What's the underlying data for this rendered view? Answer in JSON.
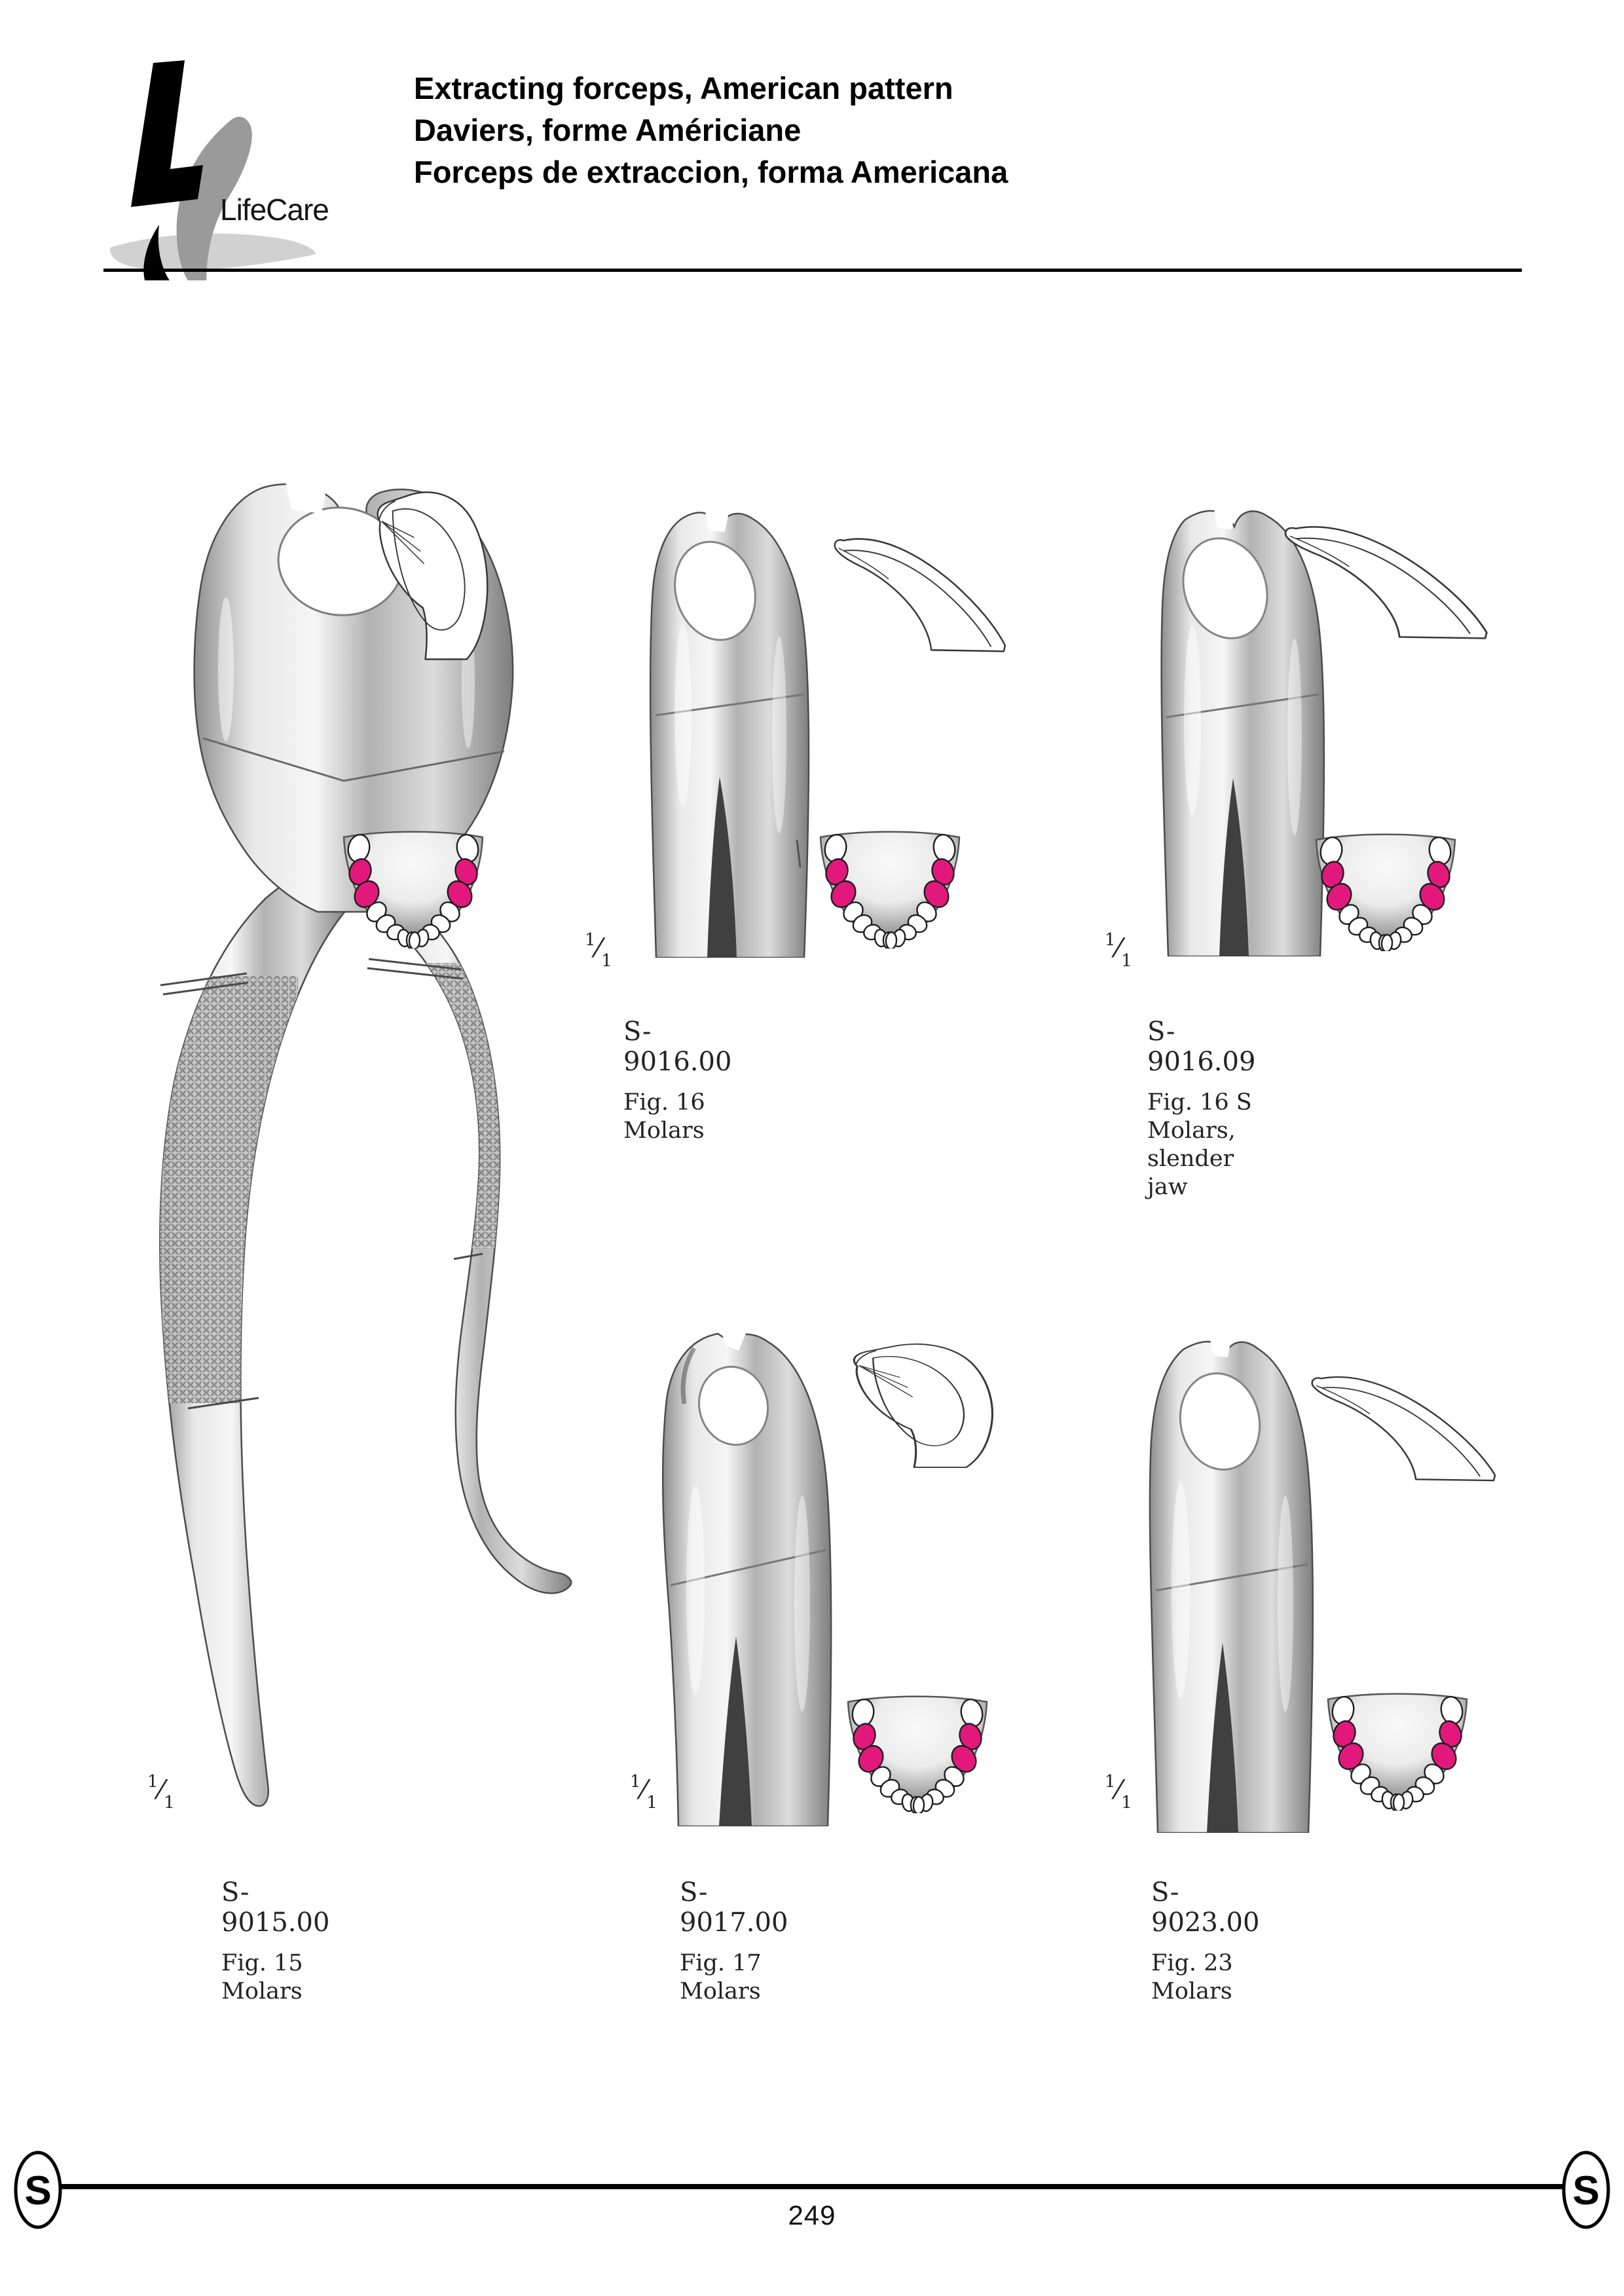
{
  "header": {
    "titles": [
      "Extracting forceps, American pattern",
      "Daviers, forme Américiane",
      "Forceps de extraccion, forma Americana"
    ]
  },
  "logo": {
    "brand": "LifeCare"
  },
  "products": [
    {
      "code": "S-9015.00",
      "figure": "Fig. 15",
      "description": "Molars",
      "scale_numerator": "1",
      "scale_separator": "⁄",
      "scale_denominator": "1"
    },
    {
      "code": "S-9016.00",
      "figure": "Fig. 16",
      "description": "Molars",
      "scale_numerator": "1",
      "scale_separator": "⁄",
      "scale_denominator": "1"
    },
    {
      "code": "S-9016.09",
      "figure": "Fig. 16 S",
      "description": "Molars, slender jaw",
      "scale_numerator": "1",
      "scale_separator": "⁄",
      "scale_denominator": "1"
    },
    {
      "code": "S-9017.00",
      "figure": "Fig. 17",
      "description": "Molars",
      "scale_numerator": "1",
      "scale_separator": "⁄",
      "scale_denominator": "1"
    },
    {
      "code": "S-9023.00",
      "figure": "Fig. 23",
      "description": "Molars",
      "scale_numerator": "1",
      "scale_separator": "⁄",
      "scale_denominator": "1"
    }
  ],
  "footer": {
    "left_tab": "S",
    "right_tab": "S",
    "page_number": "249"
  },
  "colors": {
    "teeth_highlight": "#e3187c",
    "ink": "#000000",
    "diagram_note": "lower-jaw arch, first and second molars highlighted both sides"
  }
}
